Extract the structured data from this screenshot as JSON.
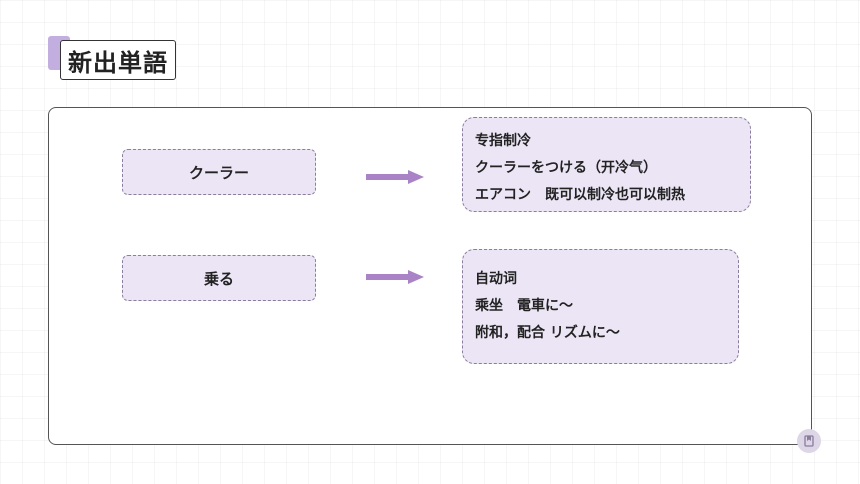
{
  "title": "新出単語",
  "colors": {
    "accent": "#c3aee0",
    "box_fill": "#ece5f5",
    "arrow": "#a983c6"
  },
  "entries": [
    {
      "word": "クーラー",
      "definitions": [
        "专指制冷",
        "クーラーをつける（开冷气）",
        "エアコン　既可以制冷也可以制热"
      ]
    },
    {
      "word": "乗る",
      "definitions": [
        "自动词",
        "乘坐　電車に～",
        "附和，配合 リズムに～"
      ]
    }
  ],
  "icons": {
    "corner": "bookmark-icon",
    "arrow": "right-arrow-icon"
  }
}
